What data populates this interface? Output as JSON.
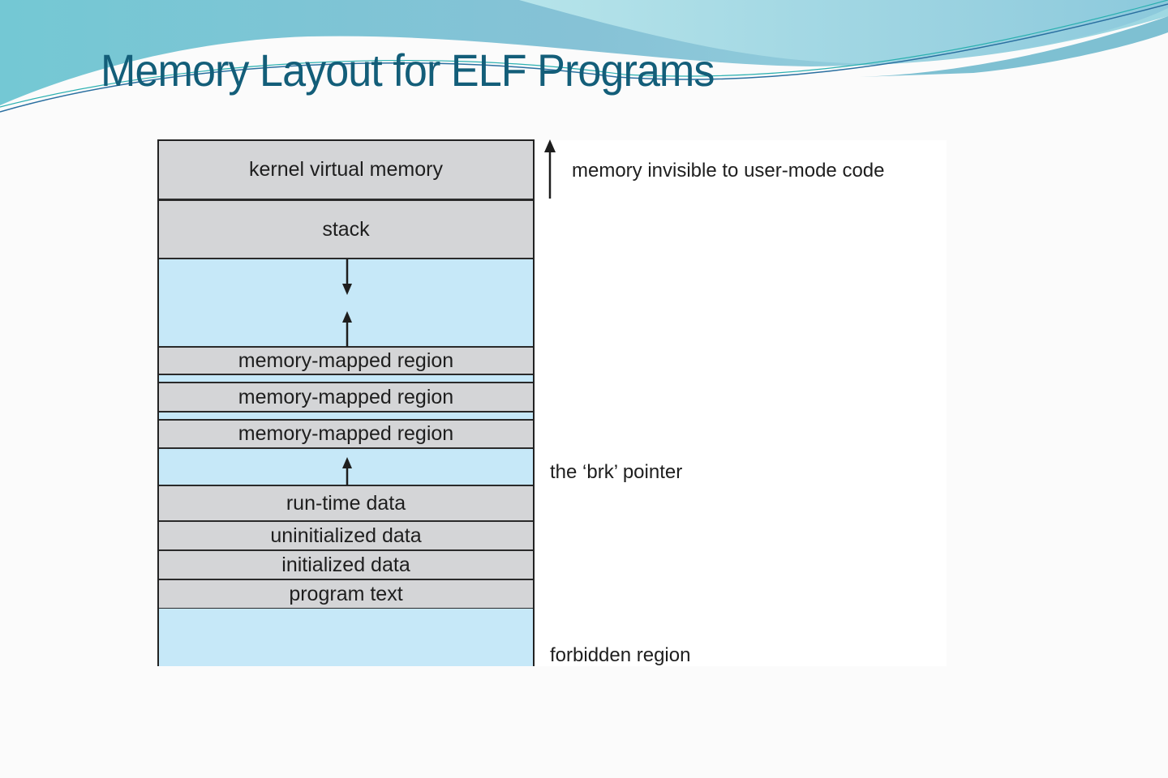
{
  "slide": {
    "title": "Memory Layout for ELF Programs",
    "colors": {
      "title": "#135e79",
      "wave_light": "#a8dde4",
      "wave_dark": "#6fbccd",
      "region_gray": "#d4d5d7",
      "region_blue": "#c6e8f8",
      "border": "#222222"
    }
  },
  "diagram": {
    "segments": [
      {
        "label": "kernel virtual memory",
        "kind": "gray"
      },
      {
        "label": "stack",
        "kind": "gray"
      },
      {
        "label": "",
        "kind": "blue",
        "arrows": [
          "down-arrow",
          "up-arrow"
        ]
      },
      {
        "label": "memory-mapped region",
        "kind": "gray"
      },
      {
        "label": "",
        "kind": "blue"
      },
      {
        "label": "memory-mapped region",
        "kind": "gray"
      },
      {
        "label": "",
        "kind": "blue"
      },
      {
        "label": "memory-mapped region",
        "kind": "gray"
      },
      {
        "label": "",
        "kind": "blue",
        "arrows": [
          "up-arrow"
        ]
      },
      {
        "label": "run-time data",
        "kind": "gray"
      },
      {
        "label": "uninitialized data",
        "kind": "gray"
      },
      {
        "label": "initialized data",
        "kind": "gray"
      },
      {
        "label": "program text",
        "kind": "gray"
      },
      {
        "label": "",
        "kind": "blue"
      }
    ],
    "annotations": {
      "kernel": "memory invisible to user-mode code",
      "brk": "the ‘brk’ pointer",
      "forbidden": "forbidden region"
    }
  }
}
